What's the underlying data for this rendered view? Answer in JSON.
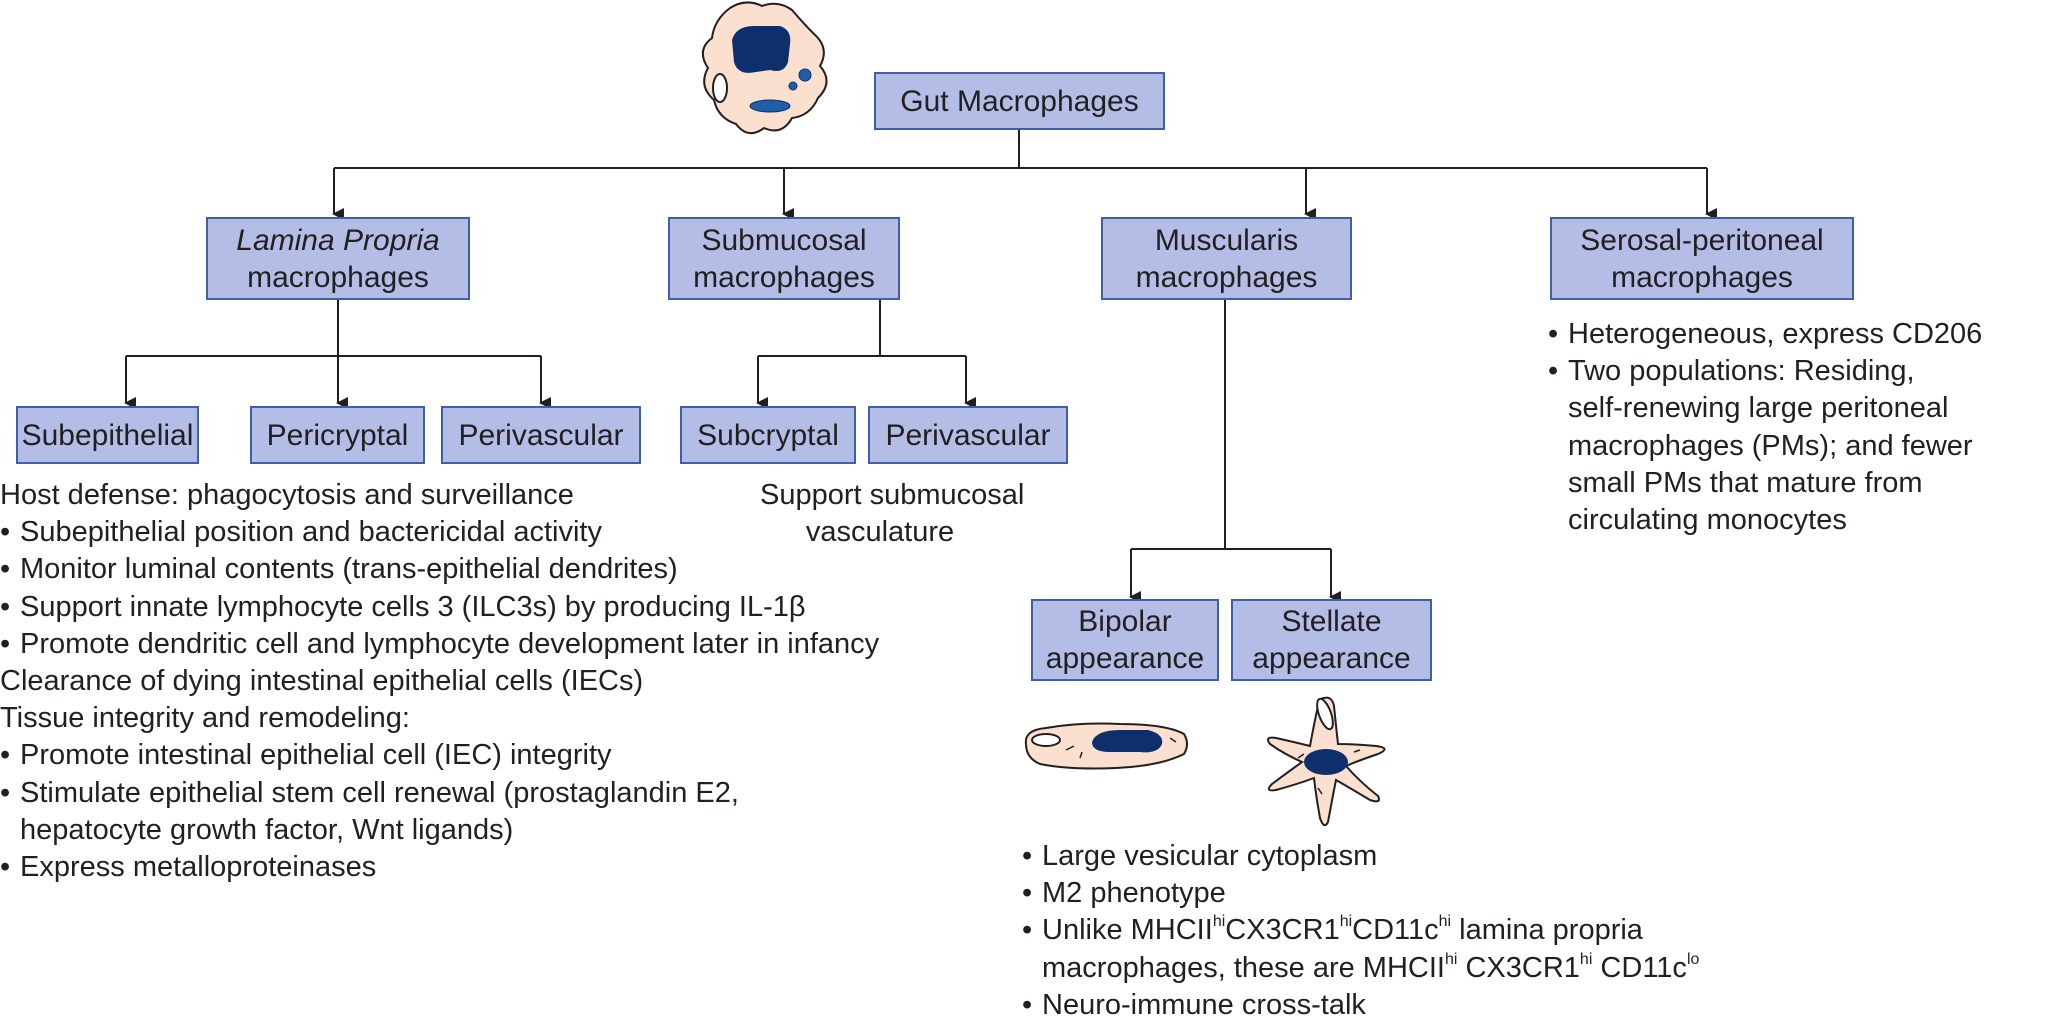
{
  "root": {
    "label": "Gut Macrophages"
  },
  "level1": {
    "lamina_propria": {
      "line1": "Lamina Propria",
      "line2": "macrophages"
    },
    "submucosal": {
      "line1": "Submucosal",
      "line2": "macrophages"
    },
    "muscularis": {
      "line1": "Muscularis",
      "line2": "macrophages"
    },
    "serosal": {
      "line1": "Serosal-peritoneal",
      "line2": "macrophages"
    }
  },
  "level2": {
    "subepithelial": "Subepithelial",
    "pericryptal": "Pericryptal",
    "perivascular_lp": "Perivascular",
    "subcryptal": "Subcryptal",
    "perivascular_sm": "Perivascular",
    "bipolar": {
      "line1": "Bipolar",
      "line2": "appearance"
    },
    "stellate": {
      "line1": "Stellate",
      "line2": "appearance"
    }
  },
  "lamina_text": {
    "l1": "Host defense: phagocytosis and surveillance",
    "l2": "Subepithelial position and bactericidal activity",
    "l3": "Monitor luminal contents (trans-epithelial dendrites)",
    "l4": "Support innate lymphocyte cells 3 (ILC3s) by producing IL-1β",
    "l5": "Promote dendritic cell and lymphocyte development later in infancy",
    "l6": "Clearance of dying intestinal epithelial cells (IECs)",
    "l7": "Tissue integrity and remodeling:",
    "l8": "Promote intestinal epithelial cell (IEC) integrity",
    "l9a": "Stimulate epithelial stem cell renewal (prostaglandin E2,",
    "l9b": "hepatocyte growth factor, Wnt ligands)",
    "l10": "Express metalloproteinases"
  },
  "submucosal_text": {
    "l1": "Support submucosal",
    "l2": "vasculature"
  },
  "serosal_text": {
    "b1": "Heterogeneous, express CD206",
    "b2a": "Two populations: Residing,",
    "b2b": "self-renewing large peritoneal",
    "b2c": "macrophages (PMs); and fewer",
    "b2d": "small PMs that mature from",
    "b2e": "circulating monocytes"
  },
  "muscularis_text": {
    "b1": "Large vesicular cytoplasm",
    "b2": "M2 phenotype",
    "b3_pre": "Unlike MHCII",
    "b3_sup1": "hi",
    "b3_mid1": "CX3CR1",
    "b3_sup2": "hi",
    "b3_mid2": "CD11c",
    "b3_sup3": "hi",
    "b3_post": " lamina propria",
    "b3b_pre": "macrophages, these are MHCII",
    "b3b_sup1": "hi",
    "b3b_mid1": " CX3CR1",
    "b3b_sup2": "hi",
    "b3b_mid2": " CD11c",
    "b3b_sup3": "lo",
    "b4": "Neuro-immune cross-talk"
  },
  "colors": {
    "box_fill": "#b3bde6",
    "box_border": "#3f5fa8",
    "cell_fill": "#fbe0cf",
    "nucleus": "#0d2f6b",
    "organelle": "#1f5fa8",
    "line": "#231f20"
  }
}
